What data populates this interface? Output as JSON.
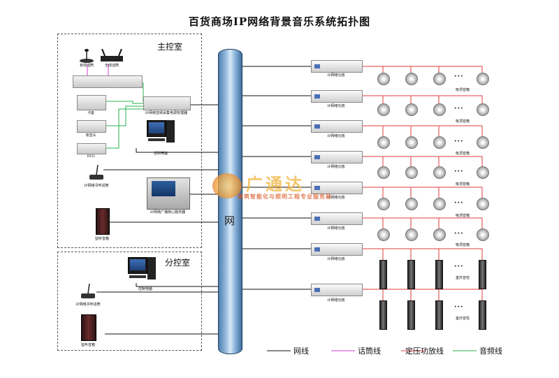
{
  "title": "百货商场IP网络背景音乐系统拓扑图",
  "rooms": {
    "main": "主控室",
    "branch": "分控室"
  },
  "main_devices": {
    "wired_mic": "有线话筒",
    "wireless_mic": "无线话筒",
    "card_machine": "卡座",
    "tuner": "收音头",
    "dvd": "DVD",
    "ip_collector": "IP网络音频采集电源管理器",
    "control_pc": "控制电脑",
    "ip_paging": "IP网络寻呼话筒",
    "ip_server": "IP网络广播核心服务器",
    "monitor_speaker": "监听音箱"
  },
  "branch_devices": {
    "control_pc": "控制电脑",
    "ip_paging": "IP网络寻呼话筒",
    "monitor_speaker": "监听音箱"
  },
  "network_label": "网",
  "amplifiers": [
    {
      "label": "IP网络功放",
      "speaker_label": "吸顶音箱"
    },
    {
      "label": "IP网络功放",
      "speaker_label": "吸顶音箱"
    },
    {
      "label": "IP网络功放",
      "speaker_label": "吸顶音箱"
    },
    {
      "label": "IP网络功放",
      "speaker_label": "吸顶音箱"
    },
    {
      "label": "IP网络功放",
      "speaker_label": "吸顶音箱"
    },
    {
      "label": "IP网络功放",
      "speaker_label": "吸顶音箱"
    },
    {
      "label": "IP网络功放",
      "speaker_label": "室外音柱"
    },
    {
      "label": "IP网络功放",
      "speaker_label": "室外音柱"
    }
  ],
  "ellipsis": "···",
  "watermark": {
    "brand": "广通达",
    "slogan": "建筑智能化与照明工程专业服务商"
  },
  "legend": [
    {
      "label": "网线",
      "color": "#111111"
    },
    {
      "label": "话筒线",
      "color": "#d63bd6"
    },
    {
      "label": "定压功放线",
      "color": "#e03b3b"
    },
    {
      "label": "音频线",
      "color": "#27b04f"
    }
  ]
}
